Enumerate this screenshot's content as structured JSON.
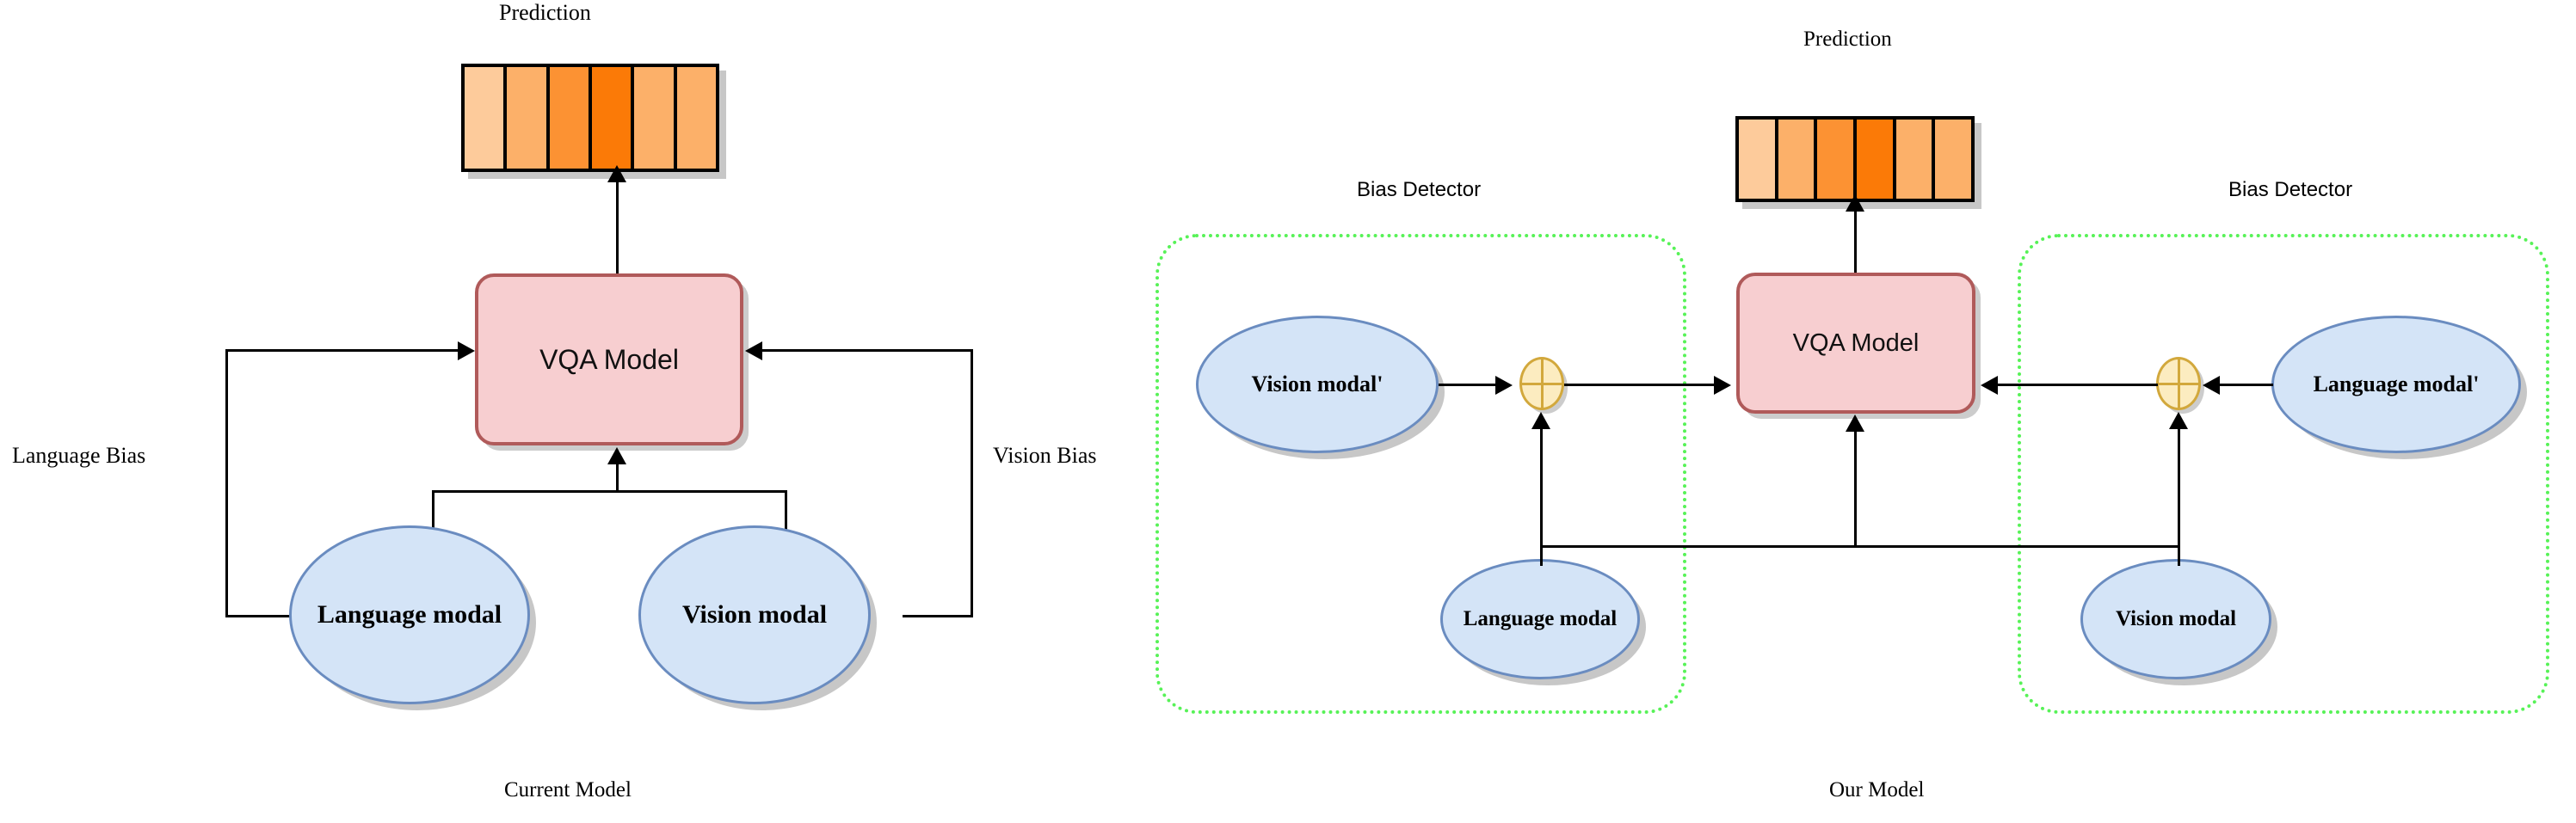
{
  "figure": {
    "type": "diagram",
    "description": "Comparison of current VQA model pipeline versus proposed bias-detector model"
  },
  "left_panel": {
    "caption": "Current Model",
    "prediction_label": "Prediction",
    "model_box_label": "VQA Model",
    "bias_labels": {
      "language": "Language Bias",
      "vision": "Vision Bias"
    },
    "nodes": [
      {
        "label": "Language modal"
      },
      {
        "label": "Vision modal"
      }
    ],
    "prediction_bar": {
      "cells": 6,
      "colors": [
        "#fdcb9b",
        "#fcb069",
        "#fc9233",
        "#fb7a07",
        "#fcb069",
        "#fcb069"
      ]
    }
  },
  "right_panel": {
    "caption": "Our Model",
    "prediction_label": "Prediction",
    "model_box_label": "VQA Model",
    "detectors": [
      {
        "title": "Bias Detector",
        "side": "left"
      },
      {
        "title": "Bias Detector",
        "side": "right"
      }
    ],
    "nodes": [
      {
        "label": "Vision modal'"
      },
      {
        "label": "Language modal"
      },
      {
        "label": "Language modal'"
      },
      {
        "label": "Vision modal"
      }
    ],
    "sum_operators": [
      {
        "glyph": "+"
      },
      {
        "glyph": "+"
      }
    ],
    "prediction_bar": {
      "cells": 6,
      "colors": [
        "#fdcb9b",
        "#fcb069",
        "#fc9233",
        "#fb7a07",
        "#fcb069",
        "#fcb069"
      ]
    }
  },
  "colors": {
    "ellipse_fill": "#d4e4f7",
    "ellipse_stroke": "#6a8cc0",
    "model_fill": "#f7ced0",
    "model_stroke": "#b05a5a",
    "detector_stroke": "#57f257",
    "sum_fill": "#fcecc0",
    "sum_stroke": "#d2a83c",
    "connector": "#000000"
  }
}
